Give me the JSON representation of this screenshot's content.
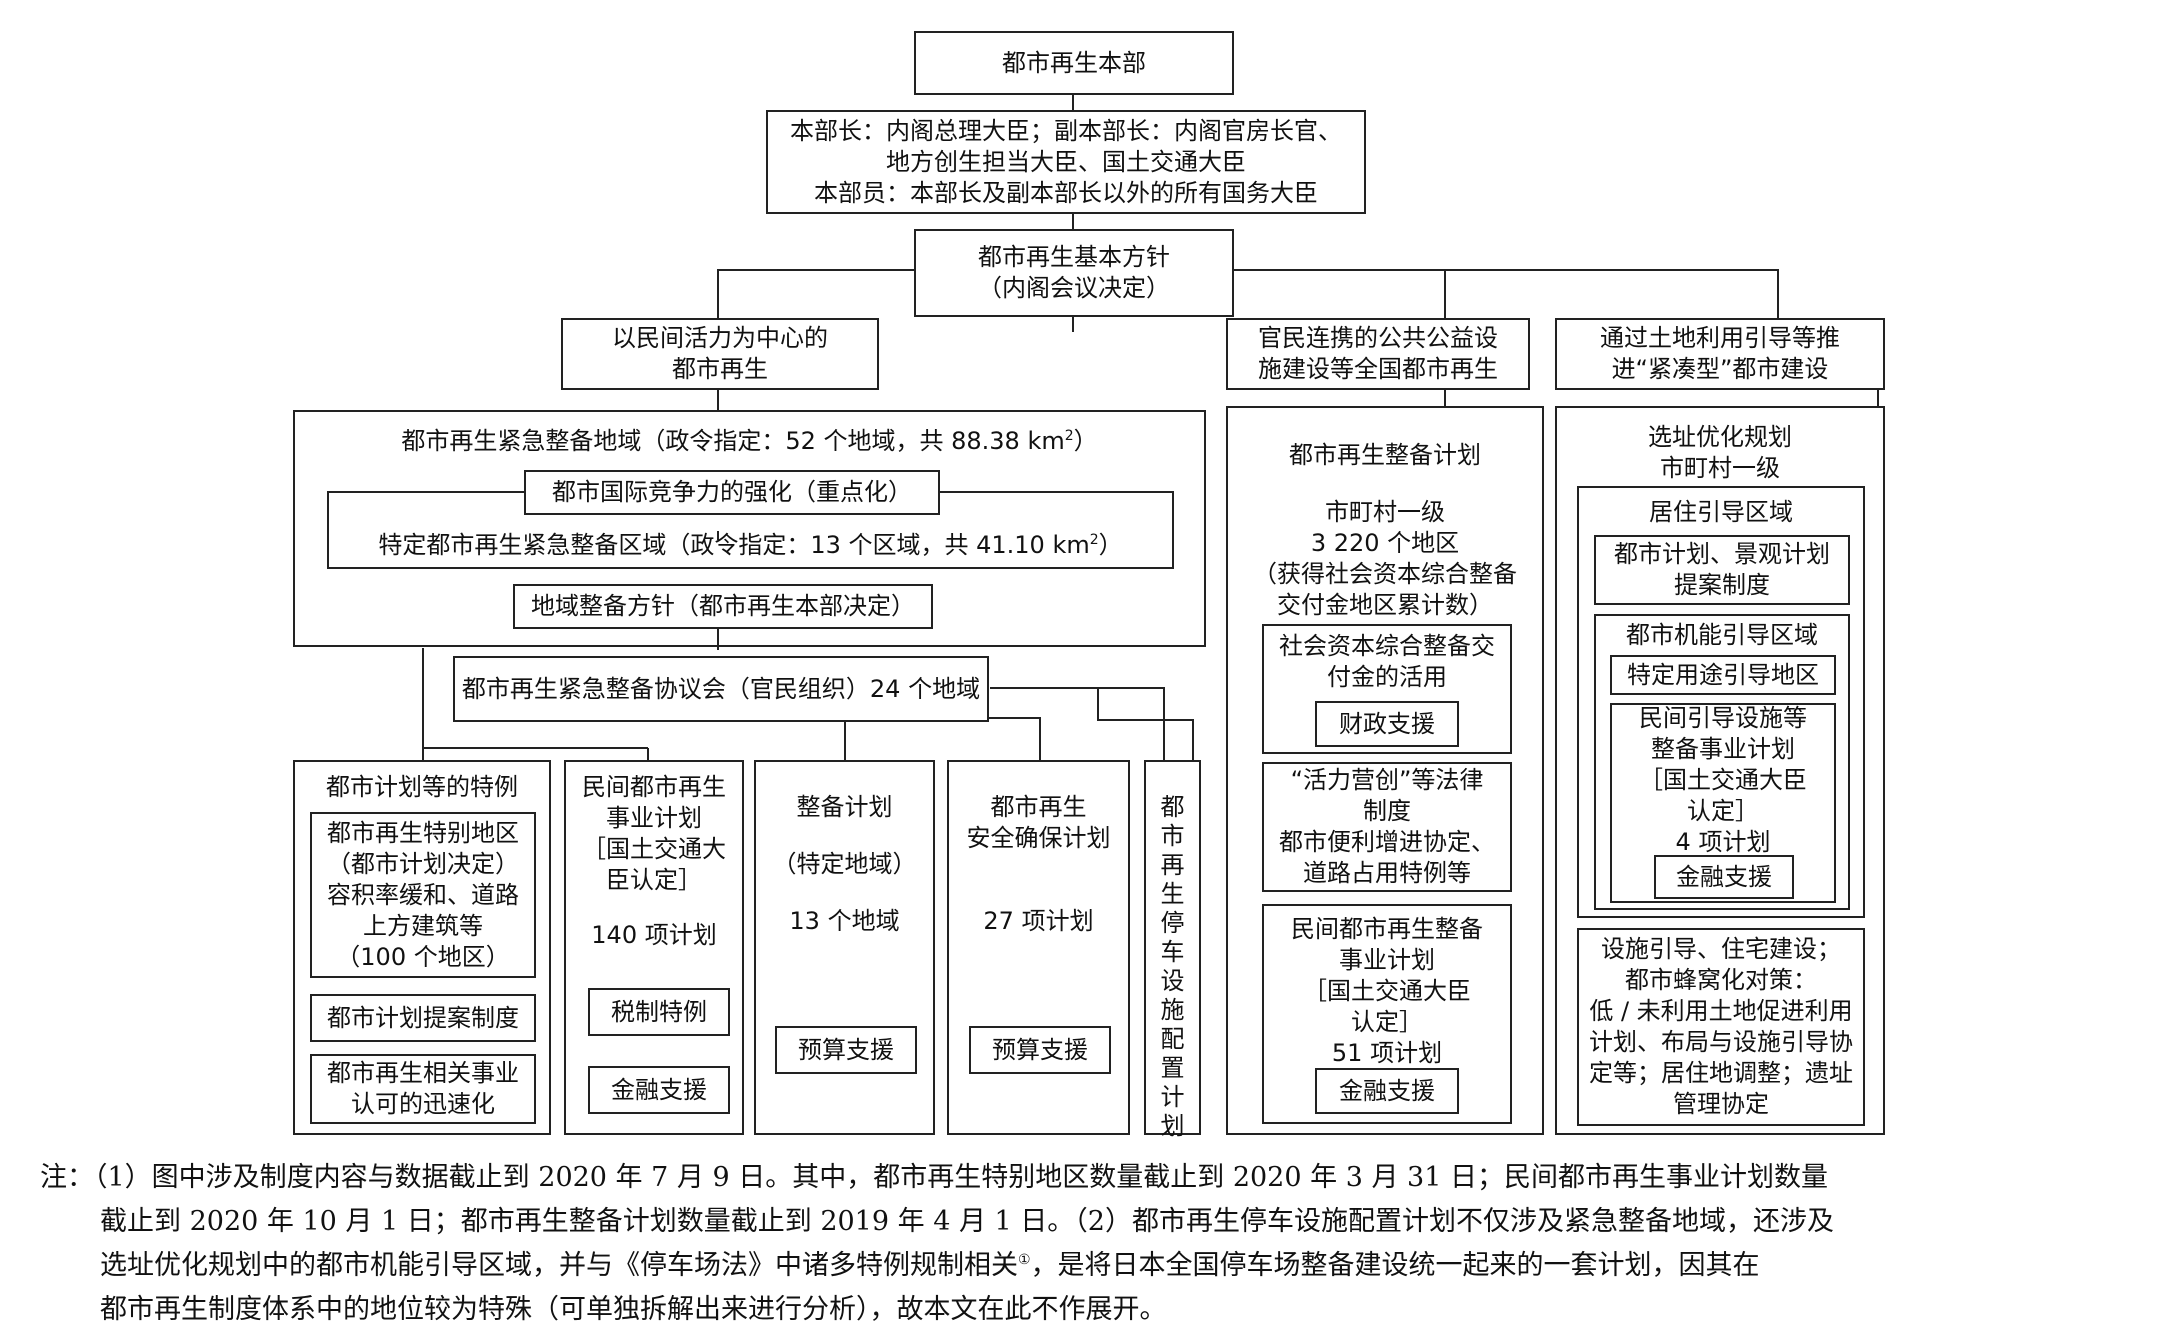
{
  "diagram": {
    "top": "都市再生本部",
    "members": [
      "本部长：内阁总理大臣；副本部长：内阁官房长官、",
      "地方创生担当大臣、国土交通大臣",
      "本部员：本部长及副本部长以外的所有国务大臣"
    ],
    "policy": [
      "都市再生基本方针",
      "（内阁会议决定）"
    ],
    "branch_left": [
      "以民间活力为中心的",
      "都市再生"
    ],
    "branch_mid": [
      "官民连携的公共公益设",
      "施建设等全国都市再生"
    ],
    "branch_right": [
      "通过土地利用引导等推",
      "进“紧凑型”都市建设"
    ],
    "urgent_area": {
      "text": "都市再生紧急整备地域（政令指定：52 个地域，共 88.38 km",
      "sup": "2",
      "end": "）"
    },
    "intl": "都市国际竞争力的强化（重点化）",
    "special_urgent": {
      "text": "特定都市再生紧急整备区域（政令指定：13 个区域，共 41.10 km",
      "sup": "2",
      "end": "）"
    },
    "regional_policy": "地域整备方针（都市再生本部决定）",
    "council": "都市再生紧急整备协议会（官民组织）24 个地域",
    "col1": {
      "title": "都市计划等的特例",
      "special_district": [
        "都市再生特别地区",
        "（都市计划决定）",
        "容积率缓和、道路",
        "上方建筑等",
        "（100 个地区）"
      ],
      "proposal": "都市计划提案制度",
      "fast": [
        "都市再生相关事业",
        "认可的迅速化"
      ]
    },
    "col2": {
      "lines": [
        "民间都市再生",
        "事业计划",
        "［国土交通大",
        "臣认定］"
      ],
      "count": "140 项计划",
      "tax": "税制特例",
      "finance": "金融支援"
    },
    "col3": {
      "lines": [
        "整备计划",
        "（特定地域）",
        "13 个地域"
      ],
      "budget": "预算支援"
    },
    "col4": {
      "lines": [
        "都市再生",
        "安全确保计划",
        "27 项计划"
      ],
      "budget": "预算支援"
    },
    "col5": "都市再生停车设施配置计划",
    "mid": {
      "title": "都市再生整备计划",
      "sub": [
        "市町村一级",
        "3 220 个地区",
        "（获得社会资本综合整备",
        "交付金地区累计数）"
      ],
      "grant": [
        "社会资本综合整备交",
        "付金的活用"
      ],
      "fiscal": "财政支援",
      "law": [
        "“活力营创”等法律",
        "制度",
        "都市便利增进协定、",
        "道路占用特例等"
      ],
      "private": [
        "民间都市再生整备",
        "事业计划",
        "［国土交通大臣",
        "认定］",
        "51 项计划"
      ],
      "finance": "金融支援"
    },
    "right": {
      "title": [
        "选址优化规划",
        "市町村一级"
      ],
      "residence": "居住引导区域",
      "landscape": [
        "都市计划、景观计划",
        "提案制度"
      ],
      "function": "都市机能引导区域",
      "special_use": "特定用途引导地区",
      "private_facility": [
        "民间引导设施等",
        "整备事业计划",
        "［国土交通大臣",
        "认定］",
        "4 项计划"
      ],
      "finance": "金融支援",
      "facility": [
        "设施引导、住宅建设；",
        "都市蜂窝化对策：",
        "低 / 未利用土地促进利用",
        "计划、布局与设施引导协",
        "定等；居住地调整；遗址",
        "管理协定"
      ]
    }
  },
  "note": {
    "lines": [
      "注：（1）图中涉及制度内容与数据截止到 2020 年 7 月 9 日。其中，都市再生特别地区数量截止到 2020 年 3 月 31 日；民间都市再生事业计划数量",
      "截止到 2020 年 10 月 1 日；都市再生整备计划数量截止到 2019 年 4 月 1 日。（2）都市再生停车设施配置计划不仅涉及紧急整备地域，还涉及",
      "选址优化规划中的都市机能引导区域，并与《停车场法》中诸多特例规制相关",
      "，是将日本全国停车场整备建设统一起来的一套计划，因其在",
      "都市再生制度体系中的地位较为特殊（可单独拆解出来进行分析），故本文在此不作展开。"
    ],
    "footnote_mark": "①"
  }
}
